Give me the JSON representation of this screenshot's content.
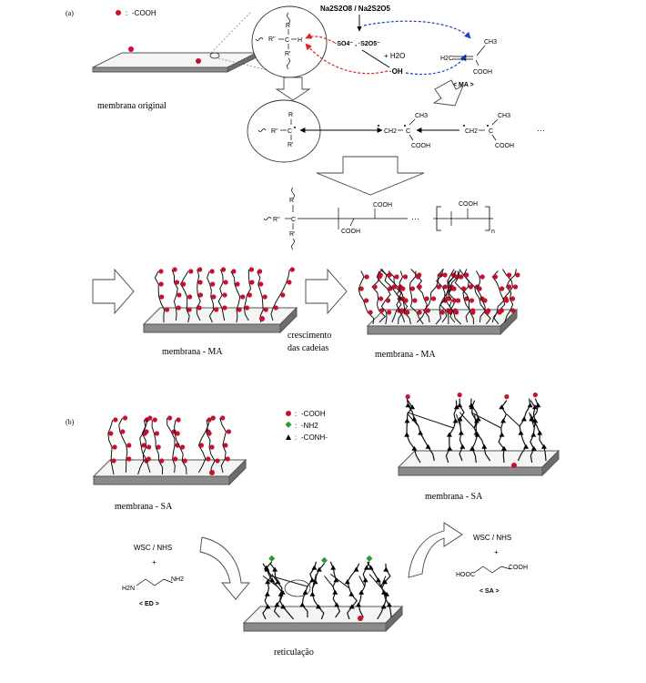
{
  "panel_a": {
    "label": "(a)",
    "legend": {
      "cooh": "-COOH",
      "sep": ":"
    },
    "initiator": {
      "title": "Na2S2O8 / Na2S2O5",
      "radicals": "·SO4⁻ , ·S2O5⁻",
      "water": "+ H2O",
      "oh": "·OH"
    },
    "monomer": {
      "name": "< MA >",
      "ch3": "CH3",
      "h2c": "H2C",
      "cooh": "COOH"
    },
    "surface": {
      "r": "R",
      "r1": "R'",
      "r2": "R''",
      "c": "C",
      "h": "H"
    },
    "radical_chain": {
      "ch2": "CH2",
      "c": "C",
      "ch3": "CH3",
      "cooh": "COOH",
      "dots": "···"
    },
    "polymer": {
      "cooh": "COOH",
      "dots": "···",
      "n": "n"
    },
    "captions": {
      "original": "membrana original",
      "ma_left": "membrana - MA",
      "growth_1": "crescimento",
      "growth_2": "das cadeias",
      "ma_right": "membrana - MA"
    }
  },
  "panel_b": {
    "label": "(b)",
    "legend": [
      {
        "symbol": "dot",
        "color": "#c8102e",
        "text": "-COOH"
      },
      {
        "symbol": "diamond",
        "color": "#2e9a2e",
        "text": "-NH2"
      },
      {
        "symbol": "triangle",
        "color": "#000000",
        "text": "-CONH-"
      }
    ],
    "sep": ":",
    "left_reagents": {
      "wsc": "WSC / NHS",
      "plus": "+",
      "h2n": "H2N",
      "nh2": "NH2",
      "name": "< ED >"
    },
    "right_reagents": {
      "wsc": "WSC / NHS",
      "plus": "+",
      "hooc": "HOOC",
      "cooh": "COOH",
      "name": "< SA >"
    },
    "captions": {
      "sa_left": "membrana - SA",
      "sa_right": "membrana - SA",
      "crosslink": "reticulação"
    }
  }
}
